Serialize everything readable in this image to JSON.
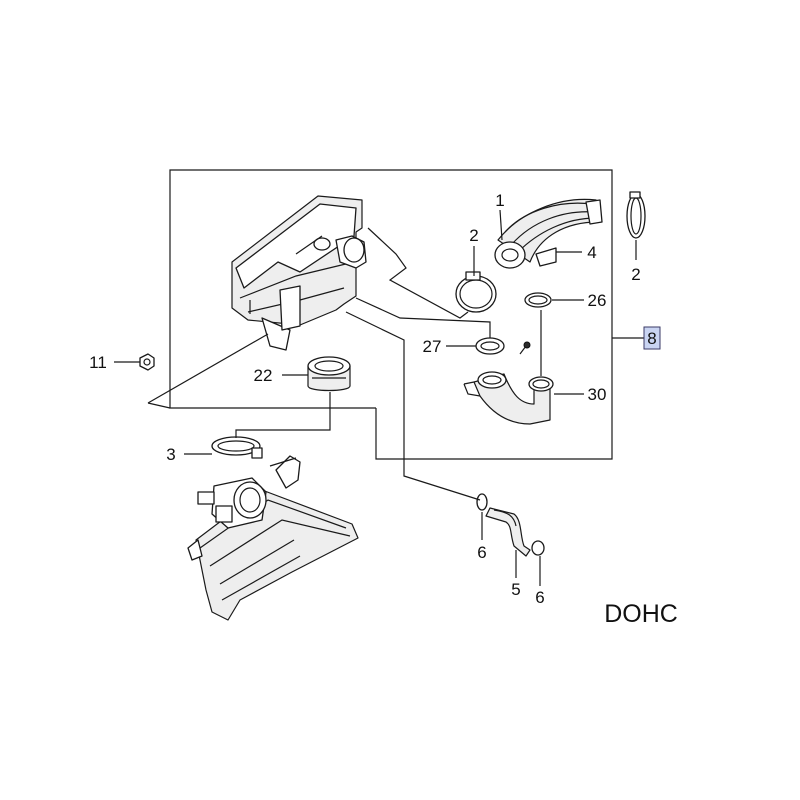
{
  "engine_label": "DOHC",
  "callouts": {
    "c1": "1",
    "c2a": "2",
    "c2b": "2",
    "c3": "3",
    "c4": "4",
    "c5": "5",
    "c6a": "6",
    "c6b": "6",
    "c8": "8",
    "c11": "11",
    "c22": "22",
    "c26": "26",
    "c27": "27",
    "c30": "30"
  },
  "colors": {
    "line": "#1a1a1a",
    "highlight": "#c9d4f2"
  }
}
